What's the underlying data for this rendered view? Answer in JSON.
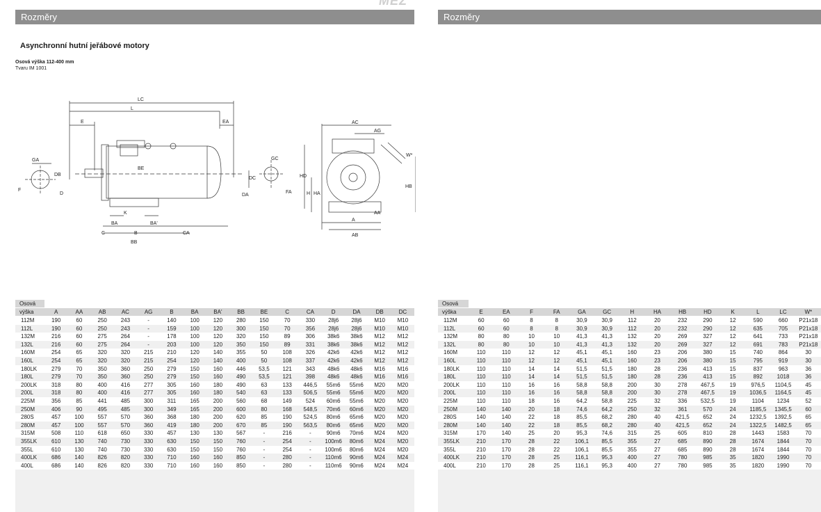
{
  "left_header": "Rozměry",
  "right_header": "Rozměry",
  "top_mark": "MEZ",
  "title": "Asynchronní hutní jeřábové motory",
  "subtitle_bold": "Osová výška 112-400 mm",
  "subtitle": "Tvaru IM 1001",
  "drawing_labels": [
    "LC",
    "L",
    "E",
    "EA",
    "GA",
    "DB",
    "D",
    "F",
    "BE",
    "K",
    "BA",
    "BA'",
    "C",
    "B",
    "BB",
    "CA",
    "DC",
    "DA",
    "GC",
    "FA",
    "HD",
    "AC",
    "AG",
    "W*",
    "H",
    "HA",
    "HB",
    "A",
    "AA",
    "AB"
  ],
  "header_row1": "Osová",
  "left_table": {
    "columns": [
      "výška",
      "A",
      "AA",
      "AB",
      "AC",
      "AG",
      "B",
      "BA",
      "BA'",
      "BB",
      "BE",
      "C",
      "CA",
      "D",
      "DA",
      "DB",
      "DC"
    ],
    "rows": [
      [
        "112M",
        "190",
        "60",
        "250",
        "243",
        "-",
        "140",
        "100",
        "120",
        "280",
        "150",
        "70",
        "330",
        "28j6",
        "28j6",
        "M10",
        "M10"
      ],
      [
        "112L",
        "190",
        "60",
        "250",
        "243",
        "-",
        "159",
        "100",
        "120",
        "300",
        "150",
        "70",
        "356",
        "28j6",
        "28j6",
        "M10",
        "M10"
      ],
      [
        "132M",
        "216",
        "60",
        "275",
        "264",
        "-",
        "178",
        "100",
        "120",
        "320",
        "150",
        "89",
        "306",
        "38k6",
        "38k6",
        "M12",
        "M12"
      ],
      [
        "132L",
        "216",
        "60",
        "275",
        "264",
        "-",
        "203",
        "100",
        "120",
        "350",
        "150",
        "89",
        "331",
        "38k6",
        "38k6",
        "M12",
        "M12"
      ],
      [
        "160M",
        "254",
        "65",
        "320",
        "320",
        "215",
        "210",
        "120",
        "140",
        "355",
        "50",
        "108",
        "326",
        "42k6",
        "42k6",
        "M12",
        "M12"
      ],
      [
        "160L",
        "254",
        "65",
        "320",
        "320",
        "215",
        "254",
        "120",
        "140",
        "400",
        "50",
        "108",
        "337",
        "42k6",
        "42k6",
        "M12",
        "M12"
      ],
      [
        "180LK",
        "279",
        "70",
        "350",
        "360",
        "250",
        "279",
        "150",
        "160",
        "446",
        "53,5",
        "121",
        "343",
        "48k6",
        "48k6",
        "M16",
        "M16"
      ],
      [
        "180L",
        "279",
        "70",
        "350",
        "360",
        "250",
        "279",
        "150",
        "160",
        "490",
        "53,5",
        "121",
        "398",
        "48k6",
        "48k6",
        "M16",
        "M16"
      ],
      [
        "200LK",
        "318",
        "80",
        "400",
        "416",
        "277",
        "305",
        "160",
        "180",
        "490",
        "63",
        "133",
        "446,5",
        "55m6",
        "55m6",
        "M20",
        "M20"
      ],
      [
        "200L",
        "318",
        "80",
        "400",
        "416",
        "277",
        "305",
        "160",
        "180",
        "540",
        "63",
        "133",
        "506,5",
        "55m6",
        "55m6",
        "M20",
        "M20"
      ],
      [
        "225M",
        "356",
        "85",
        "441",
        "485",
        "300",
        "311",
        "165",
        "200",
        "560",
        "68",
        "149",
        "524",
        "60m6",
        "55m6",
        "M20",
        "M20"
      ],
      [
        "250M",
        "406",
        "90",
        "495",
        "485",
        "300",
        "349",
        "165",
        "200",
        "600",
        "80",
        "168",
        "548,5",
        "70m6",
        "60m6",
        "M20",
        "M20"
      ],
      [
        "280S",
        "457",
        "100",
        "557",
        "570",
        "360",
        "368",
        "180",
        "200",
        "620",
        "85",
        "190",
        "524,5",
        "80m6",
        "65m6",
        "M20",
        "M20"
      ],
      [
        "280M",
        "457",
        "100",
        "557",
        "570",
        "360",
        "419",
        "180",
        "200",
        "670",
        "85",
        "190",
        "563,5",
        "80m6",
        "65m6",
        "M20",
        "M20"
      ],
      [
        "315M",
        "508",
        "110",
        "618",
        "650",
        "330",
        "457",
        "130",
        "130",
        "567",
        "-",
        "216",
        "-",
        "90m6",
        "70m6",
        "M24",
        "M20"
      ],
      [
        "355LK",
        "610",
        "130",
        "740",
        "730",
        "330",
        "630",
        "150",
        "150",
        "760",
        "-",
        "254",
        "-",
        "100m6",
        "80m6",
        "M24",
        "M20"
      ],
      [
        "355L",
        "610",
        "130",
        "740",
        "730",
        "330",
        "630",
        "150",
        "150",
        "760",
        "-",
        "254",
        "-",
        "100m6",
        "80m6",
        "M24",
        "M20"
      ],
      [
        "400LK",
        "686",
        "140",
        "826",
        "820",
        "330",
        "710",
        "160",
        "160",
        "850",
        "-",
        "280",
        "-",
        "110m6",
        "90m6",
        "M24",
        "M24"
      ],
      [
        "400L",
        "686",
        "140",
        "826",
        "820",
        "330",
        "710",
        "160",
        "160",
        "850",
        "-",
        "280",
        "-",
        "110m6",
        "90m6",
        "M24",
        "M24"
      ]
    ]
  },
  "right_table": {
    "columns": [
      "výška",
      "E",
      "EA",
      "F",
      "FA",
      "GA",
      "GC",
      "H",
      "HA",
      "HB",
      "HD",
      "K",
      "L",
      "LC",
      "W*"
    ],
    "rows": [
      [
        "112M",
        "60",
        "60",
        "8",
        "8",
        "30,9",
        "30,9",
        "112",
        "20",
        "232",
        "290",
        "12",
        "590",
        "660",
        "P21x18"
      ],
      [
        "112L",
        "60",
        "60",
        "8",
        "8",
        "30,9",
        "30,9",
        "112",
        "20",
        "232",
        "290",
        "12",
        "635",
        "705",
        "P21x18"
      ],
      [
        "132M",
        "80",
        "80",
        "10",
        "10",
        "41,3",
        "41,3",
        "132",
        "20",
        "269",
        "327",
        "12",
        "641",
        "733",
        "P21x18"
      ],
      [
        "132L",
        "80",
        "80",
        "10",
        "10",
        "41,3",
        "41,3",
        "132",
        "20",
        "269",
        "327",
        "12",
        "691",
        "783",
        "P21x18"
      ],
      [
        "160M",
        "110",
        "110",
        "12",
        "12",
        "45,1",
        "45,1",
        "160",
        "23",
        "206",
        "380",
        "15",
        "740",
        "864",
        "30"
      ],
      [
        "160L",
        "110",
        "110",
        "12",
        "12",
        "45,1",
        "45,1",
        "160",
        "23",
        "206",
        "380",
        "15",
        "795",
        "919",
        "30"
      ],
      [
        "180LK",
        "110",
        "110",
        "14",
        "14",
        "51,5",
        "51,5",
        "180",
        "28",
        "236",
        "413",
        "15",
        "837",
        "963",
        "36"
      ],
      [
        "180L",
        "110",
        "110",
        "14",
        "14",
        "51,5",
        "51,5",
        "180",
        "28",
        "236",
        "413",
        "15",
        "892",
        "1018",
        "36"
      ],
      [
        "200LK",
        "110",
        "110",
        "16",
        "16",
        "58,8",
        "58,8",
        "200",
        "30",
        "278",
        "467,5",
        "19",
        "976,5",
        "1104,5",
        "45"
      ],
      [
        "200L",
        "110",
        "110",
        "16",
        "16",
        "58,8",
        "58,8",
        "200",
        "30",
        "278",
        "467,5",
        "19",
        "1036,5",
        "1164,5",
        "45"
      ],
      [
        "225M",
        "110",
        "110",
        "18",
        "16",
        "64,2",
        "58,8",
        "225",
        "32",
        "336",
        "532,5",
        "19",
        "1104",
        "1234",
        "52"
      ],
      [
        "250M",
        "140",
        "140",
        "20",
        "18",
        "74,6",
        "64,2",
        "250",
        "32",
        "361",
        "570",
        "24",
        "1185,5",
        "1345,5",
        "60"
      ],
      [
        "280S",
        "140",
        "140",
        "22",
        "18",
        "85,5",
        "68,2",
        "280",
        "40",
        "421,5",
        "652",
        "24",
        "1232,5",
        "1392,5",
        "65"
      ],
      [
        "280M",
        "140",
        "140",
        "22",
        "18",
        "85,5",
        "68,2",
        "280",
        "40",
        "421,5",
        "652",
        "24",
        "1322,5",
        "1482,5",
        "65"
      ],
      [
        "315M",
        "170",
        "140",
        "25",
        "20",
        "95,3",
        "74,6",
        "315",
        "25",
        "605",
        "810",
        "28",
        "1443",
        "1583",
        "70"
      ],
      [
        "355LK",
        "210",
        "170",
        "28",
        "22",
        "106,1",
        "85,5",
        "355",
        "27",
        "685",
        "890",
        "28",
        "1674",
        "1844",
        "70"
      ],
      [
        "355L",
        "210",
        "170",
        "28",
        "22",
        "106,1",
        "85,5",
        "355",
        "27",
        "685",
        "890",
        "28",
        "1674",
        "1844",
        "70"
      ],
      [
        "400LK",
        "210",
        "170",
        "28",
        "25",
        "116,1",
        "95,3",
        "400",
        "27",
        "780",
        "985",
        "35",
        "1820",
        "1990",
        "70"
      ],
      [
        "400L",
        "210",
        "170",
        "28",
        "25",
        "116,1",
        "95,3",
        "400",
        "27",
        "780",
        "985",
        "35",
        "1820",
        "1990",
        "70"
      ]
    ]
  }
}
